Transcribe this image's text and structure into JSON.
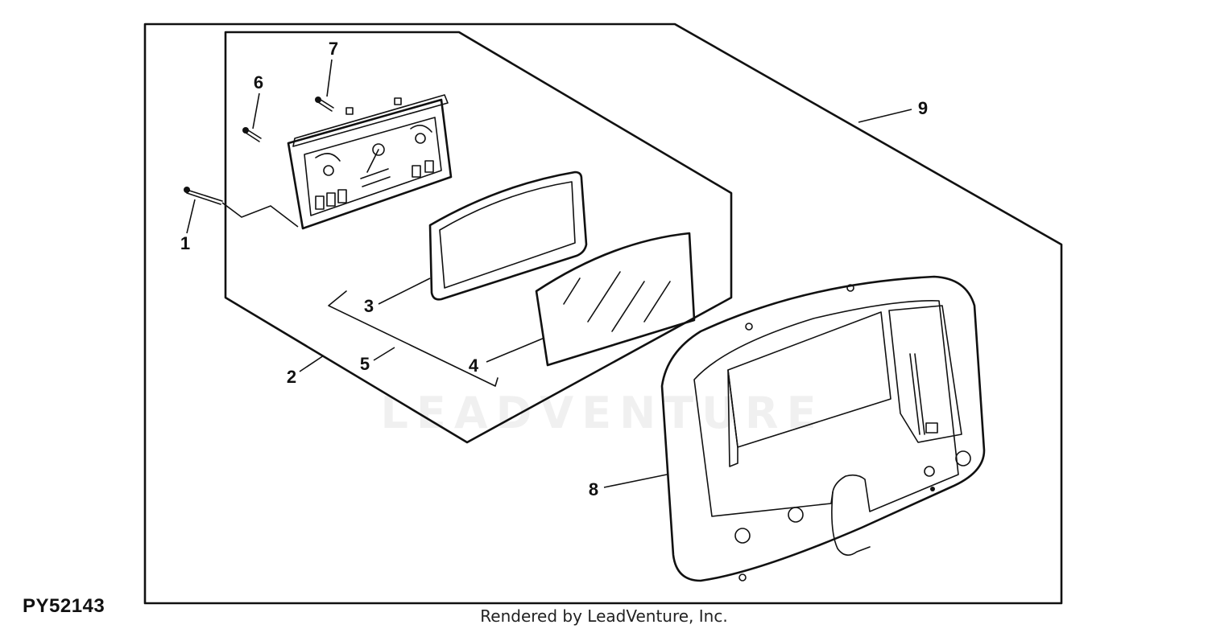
{
  "figure_id": "PY52143",
  "footer_text": "Rendered by LeadVenture, Inc.",
  "watermark_text": "LEADVENTURE",
  "callouts": [
    "1",
    "2",
    "3",
    "4",
    "5",
    "6",
    "7",
    "8",
    "9"
  ],
  "colors": {
    "line": "#111111",
    "background": "#ffffff"
  }
}
